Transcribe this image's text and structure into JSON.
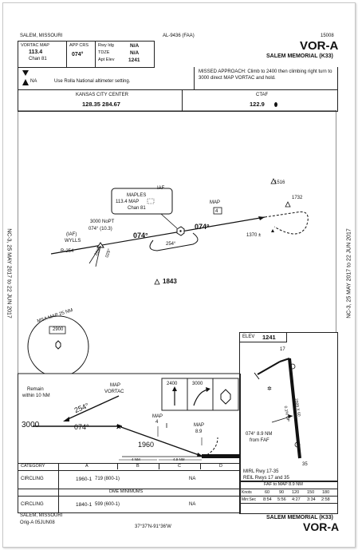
{
  "header": {
    "city_state": "SALEM, MISSOURI",
    "amdt": "AL-9436 (FAA)",
    "proc_num": "15008",
    "title": "VOR-A",
    "airport": "SALEM MEMORIAL (K33)"
  },
  "briefing": {
    "nav_label": "VORTAC  MAP",
    "nav_freq": "113.4",
    "nav_chan": "Chan  81",
    "app_crs_label": "APP CRS",
    "app_crs": "074°",
    "rwy_ldg_label": "Rwy Idg",
    "rwy_ldg": "N/A",
    "tdze_label": "TDZE",
    "tdze": "N/A",
    "apt_elev_label": "Apt Elev",
    "apt_elev": "1241",
    "alt_note": "Use Rolla National altimeter setting.",
    "na_label": "NA",
    "missed_approach": "MISSED APPROACH: Climb to 2400 then climbing right turn to 3000 direct MAP VORTAC and hold."
  },
  "comms": {
    "center_label": "KANSAS CITY CENTER",
    "center_freqs": "128.35  284.67",
    "ctaf_label": "CTAF",
    "ctaf_freq": "122.9"
  },
  "plan": {
    "iaf_label": "IAF",
    "maples_name": "MAPLES",
    "maples_freq": "113.4  MAP",
    "maples_chan": "Chan 81",
    "map_label": "MAP",
    "map_dme": "4",
    "crs_074": "074°",
    "crs_254": "254°",
    "nopt": "3000 NoPT",
    "nopt_crs": "074° (10.3)",
    "wylls_iaf": "(IAF)",
    "wylls": "WYLLS",
    "r254": "R-254",
    "r209": "209°",
    "r029": "029°",
    "obst_1516": "1516",
    "obst_1732": "1732",
    "obst_1370": "1370 ±",
    "obst_1843": "1843",
    "msa": "MSA MAP 25 NM",
    "msa_alt": "2900"
  },
  "airport_sketch": {
    "elev_label": "ELEV",
    "elev": "1241",
    "rwy_17": "17",
    "rwy_35": "35",
    "rwy_dims": "2999 X 60",
    "slope": "0.1% UP",
    "fix_note": "074° 8.9 NM",
    "fix_note2": "from FAF",
    "lighting1": "MIRL Rwy 17-35",
    "lighting2": "REIL Rwys 17 and 35"
  },
  "profile": {
    "remain": "Remain",
    "within": "within 10 NM",
    "map_label": "MAP",
    "vortac_label": "VORTAC",
    "alt_3000": "3000",
    "crs_254": "254°",
    "crs_074": "074°",
    "map_dme": "4",
    "map2_label": "MAP",
    "map2_dme": "8.9",
    "alt_1960": "1960",
    "dist1": "4 NM",
    "dist2": "4.9 NM",
    "ma_2400": "2400",
    "ma_3000": "3000"
  },
  "minima": {
    "category_label": "CATEGORY",
    "cats": [
      "A",
      "B",
      "C",
      "D"
    ],
    "circling_label": "CIRCLING",
    "circ1_a": "1960-1",
    "circ1_b": "719 (800-1)",
    "circ1_na": "NA",
    "dme_label": "DME MINIMUMS",
    "circ2_a": "1840-1",
    "circ2_b": "599 (600-1)",
    "circ2_na": "NA"
  },
  "timing": {
    "title": "FAF to MAP  8.9 NM",
    "knots_label": "Knots",
    "knots": [
      "60",
      "90",
      "120",
      "150",
      "180"
    ],
    "minsec_label": "Min:Sec",
    "times": [
      "8:54",
      "5:56",
      "4:27",
      "3:34",
      "2:58"
    ]
  },
  "footer": {
    "city_state": "SALEM, MISSOURI",
    "orig": "Orig-A  05JUN08",
    "coords": "37°37'N-91°36'W",
    "airport": "SALEM MEMORIAL (K33)",
    "title": "VOR-A"
  },
  "margins": {
    "left": "NC-3,  25 MAY 2017  to  22 JUN 2017",
    "right": "NC-3,  25 MAY 2017  to  22 JUN 2017"
  }
}
